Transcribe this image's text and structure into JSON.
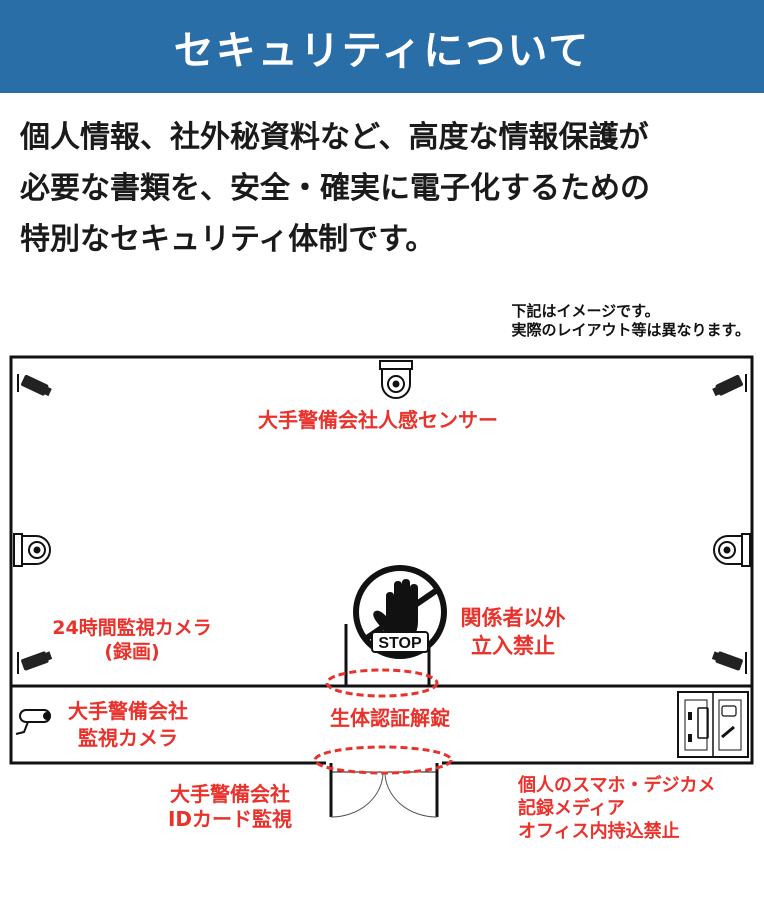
{
  "header": {
    "title": "セキュリティについて"
  },
  "lead": {
    "lines": [
      "個人情報、社外秘資料など、高度な情報保護が",
      "必要な書類を、安全・確実に電子化するための",
      "特別なセキュリティ体制です。"
    ]
  },
  "note": {
    "lines": [
      "下記はイメージです。",
      "実際のレイアウト等は異なります。"
    ]
  },
  "labels": {
    "sensor": "大手警備会社人感センサー",
    "camera_24h_line1": "24時間監視カメラ",
    "camera_24h_line2": "(録画)",
    "no_entry_line1": "関係者以外",
    "no_entry_line2": "立入禁止",
    "biometric": "生体認証解錠",
    "security_camera_line1": "大手警備会社",
    "security_camera_line2": "監視カメラ",
    "id_card_line1": "大手警備会社",
    "id_card_line2": "IDカード監視",
    "prohibited_line1": "個人のスマホ・デジカメ",
    "prohibited_line2": "記録メディア",
    "prohibited_line3": "オフィス内持込禁止"
  },
  "stop_sign": {
    "text": "STOP"
  },
  "colors": {
    "header": "#2a6ea8",
    "accent": "#e8322b"
  }
}
